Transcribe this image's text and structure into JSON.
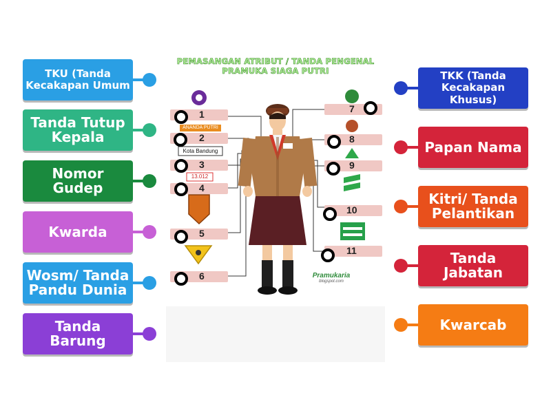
{
  "image": {
    "title_line1": "PEMASANGAN ATRIBUT / TANDA PENGENAL",
    "title_line2": "PRAMUKA SIAGA PUTRI",
    "name_tag": "ANANDA PUTRI",
    "city_tag": "Kota Bandung",
    "gudep_tag": "13.012",
    "watermark": "Pramukaria",
    "watermark_sub": "blogspot.com"
  },
  "slots": [
    "1",
    "2",
    "3",
    "4",
    "5",
    "6",
    "7",
    "8",
    "9",
    "10",
    "11"
  ],
  "left_labels": [
    {
      "text": "TKU (Tanda Kecakapan Umum",
      "color": "#2a9fe4"
    },
    {
      "text": "Tanda Tutup Kepala",
      "color": "#2fb585"
    },
    {
      "text": "Nomor Gudep",
      "color": "#1a8a3e"
    },
    {
      "text": "Kwarda",
      "color": "#c760d6"
    },
    {
      "text": "Wosm/ Tanda Pandu Dunia",
      "color": "#2a9fe4"
    },
    {
      "text": "Tanda Barung",
      "color": "#8b3fd6"
    }
  ],
  "right_labels": [
    {
      "text": "TKK (Tanda Kecakapan Khusus)",
      "color": "#2340c4"
    },
    {
      "text": "Papan Nama",
      "color": "#d4243a"
    },
    {
      "text": "Kitri/ Tanda Pelantikan",
      "color": "#e8501c"
    },
    {
      "text": "Tanda Jabatan",
      "color": "#d4243a"
    },
    {
      "text": "Kwarcab",
      "color": "#f57c14"
    }
  ]
}
